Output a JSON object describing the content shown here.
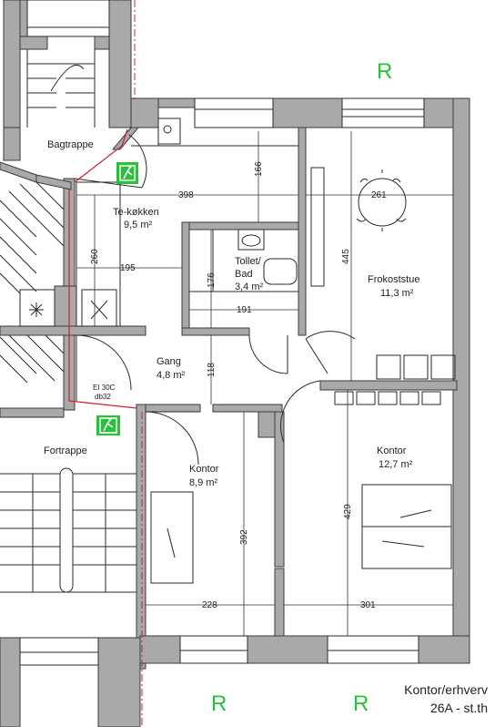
{
  "rooms": {
    "bagtrappe": {
      "name": "Bagtrappe"
    },
    "tekokken": {
      "name": "Te-køkken",
      "area": "9,5 m²"
    },
    "toilet": {
      "name1": "Tollet/",
      "name2": "Bad",
      "area": "3,4 m²"
    },
    "frokoststue": {
      "name": "Frokoststue",
      "area": "11,3 m²"
    },
    "gang": {
      "name": "Gang",
      "area": "4,8 m²"
    },
    "fortrappe": {
      "name": "Fortrappe"
    },
    "kontor1": {
      "name": "Kontor",
      "area": "8,9 m²"
    },
    "kontor2": {
      "name": "Kontor",
      "area": "12,7 m²"
    }
  },
  "dimensions": {
    "d398": "398",
    "d166": "166",
    "d261": "261",
    "d260": "260",
    "d195": "195",
    "d176": "176",
    "d191": "191",
    "d445": "445",
    "d118": "118",
    "d392": "392",
    "d429": "429",
    "d228": "228",
    "d301": "301"
  },
  "labels": {
    "fire_class": "EI 30C",
    "fire_sound": "db32",
    "r_top": "R",
    "r_bottom_left": "R",
    "r_bottom_right": "R",
    "corner_line1": "Kontor/erhverv",
    "corner_line2": "26A - st.th"
  },
  "colors": {
    "wall": "#a9a9a9",
    "green": "#2bbf3a",
    "red": "#cc2030"
  },
  "icons": [
    "emergency-exit-icon",
    "emergency-exit-icon"
  ]
}
